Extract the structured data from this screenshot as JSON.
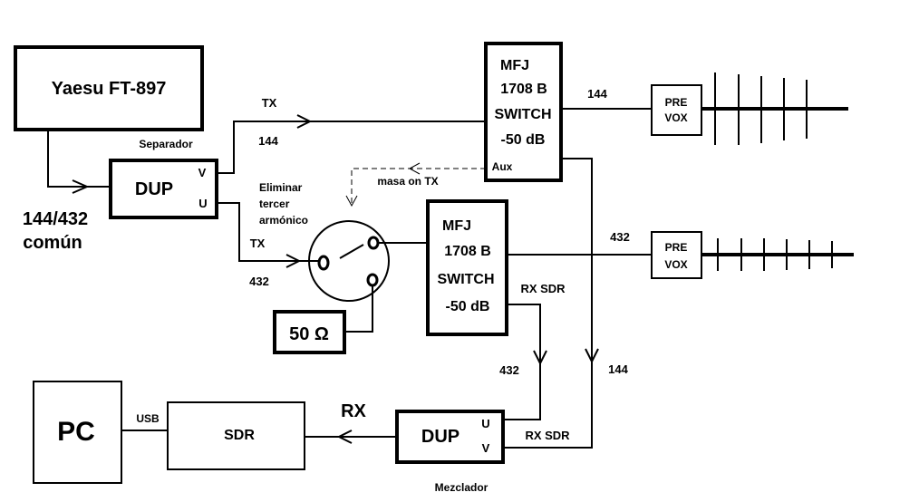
{
  "radio": {
    "label": "Yaesu FT-897"
  },
  "separador": {
    "caption": "Separador",
    "label": "DUP",
    "port_v": "V",
    "port_u": "U"
  },
  "input_label": {
    "line1": "144/432",
    "line2": "común"
  },
  "tx_upper": {
    "tx": "TX",
    "band": "144"
  },
  "tx_lower": {
    "tx": "TX",
    "band": "432"
  },
  "eliminar": {
    "line1": "Eliminar",
    "line2": "tercer",
    "line3": "armónico"
  },
  "masa": "masa on TX",
  "aux": "Aux",
  "switch_top": {
    "line1": "MFJ",
    "line2": "1708 B",
    "line3": "SWITCH",
    "line4": "-50 dB"
  },
  "switch_bottom": {
    "line1": "MFJ",
    "line2": "1708 B",
    "line3": "SWITCH",
    "line4": "-50 dB"
  },
  "load": "50 Ω",
  "ant_top": {
    "band": "144",
    "pre": "PRE",
    "vox": "VOX"
  },
  "ant_bottom": {
    "band": "432",
    "pre": "PRE",
    "vox": "VOX"
  },
  "rx_sdr_top": "RX SDR",
  "rx_sdr_bottom": "RX SDR",
  "label_432_down": "432",
  "label_144_down": "144",
  "mezclador": {
    "caption": "Mezclador",
    "label": "DUP",
    "port_u": "U",
    "port_v": "V"
  },
  "sdr": "SDR",
  "rx": "RX",
  "usb": "USB",
  "pc": "PC"
}
